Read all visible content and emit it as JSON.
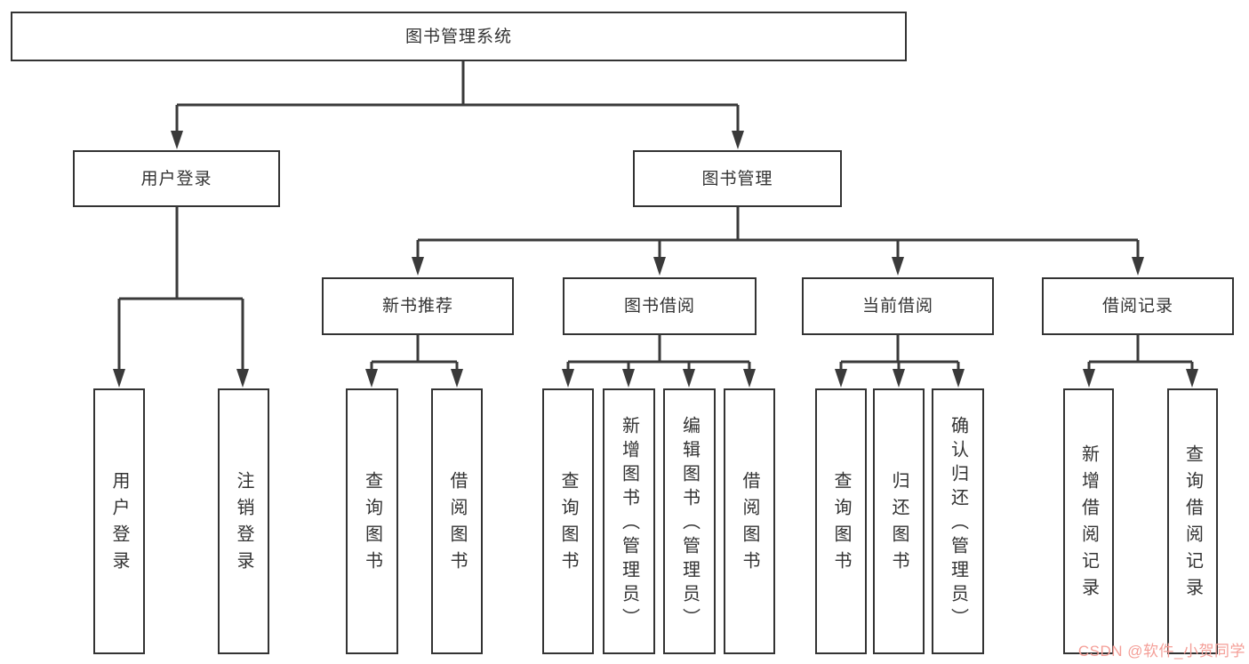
{
  "tree": {
    "root": {
      "label": "图书管理系统"
    },
    "branches": [
      {
        "label": "用户登录",
        "children": [
          {
            "label": "用户登录"
          },
          {
            "label": "注销登录"
          }
        ]
      },
      {
        "label": "图书管理",
        "children": [
          {
            "label": "新书推荐",
            "children": [
              {
                "label": "查询图书"
              },
              {
                "label": "借阅图书"
              }
            ]
          },
          {
            "label": "图书借阅",
            "children": [
              {
                "label": "查询图书"
              },
              {
                "label": "新增图书（管理员）"
              },
              {
                "label": "编辑图书（管理员）"
              },
              {
                "label": "借阅图书"
              }
            ]
          },
          {
            "label": "当前借阅",
            "children": [
              {
                "label": "查询图书"
              },
              {
                "label": "归还图书"
              },
              {
                "label": "确认归还（管理员）"
              }
            ]
          },
          {
            "label": "借阅记录",
            "children": [
              {
                "label": "新增借阅记录"
              },
              {
                "label": "查询借阅记录"
              }
            ]
          }
        ]
      }
    ]
  },
  "watermark": {
    "text": "CSDN @软件_小贺同学"
  },
  "colors": {
    "line": "#3a3a3a",
    "box_border": "#333333",
    "text": "#333333",
    "watermark": "#f49e97",
    "background": "#ffffff"
  }
}
